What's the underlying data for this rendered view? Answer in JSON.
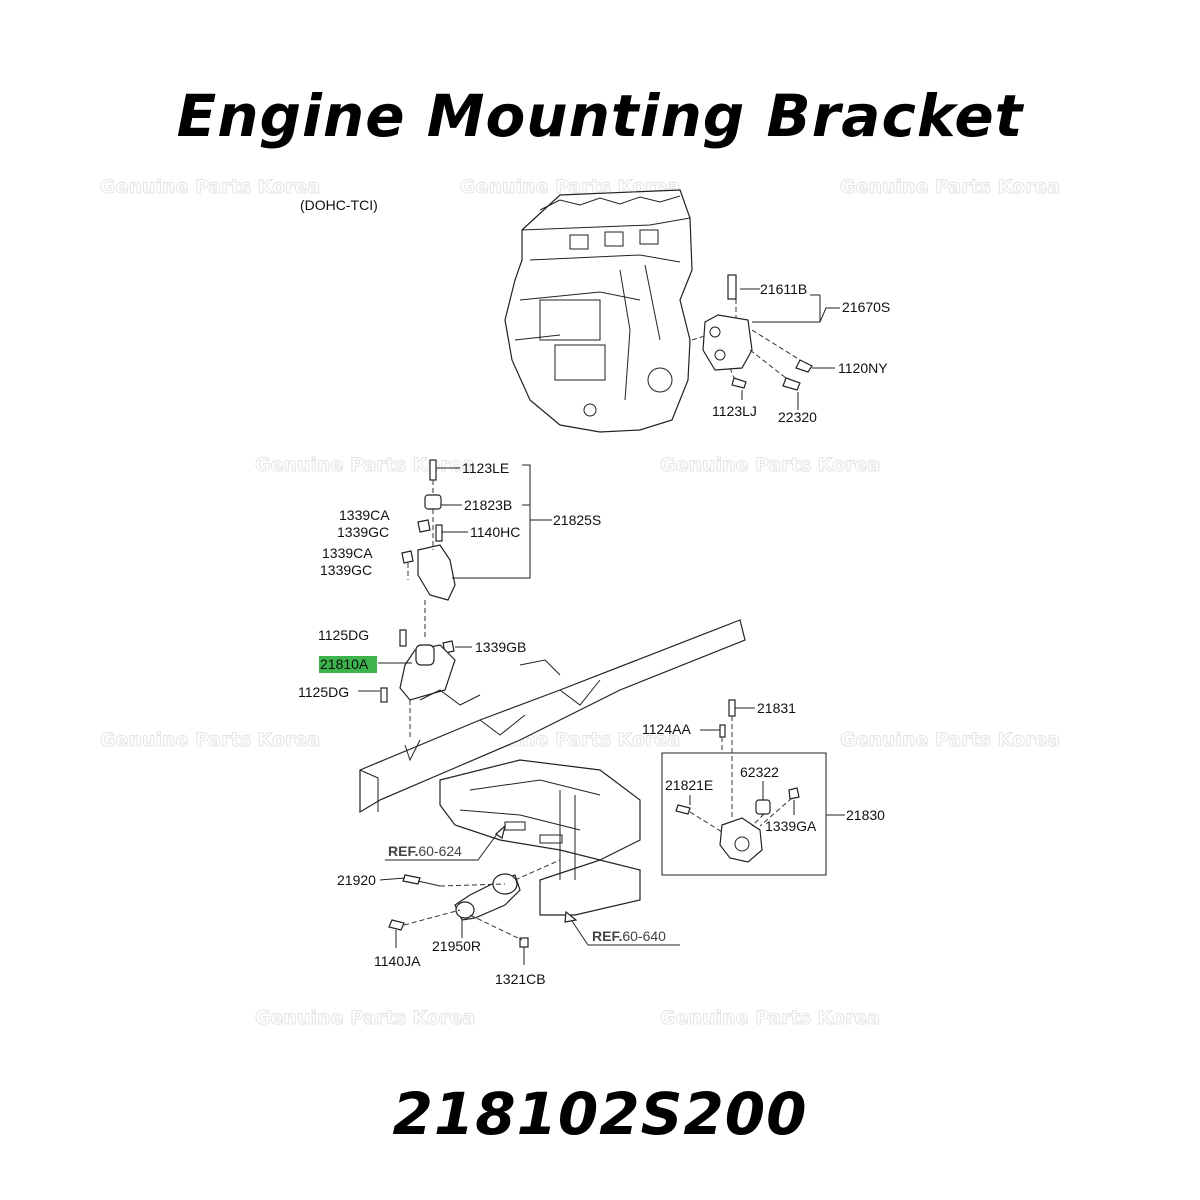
{
  "title": "Engine Mounting Bracket",
  "part_number": "218102S200",
  "variant": "(DOHC-TCI)",
  "watermark": "Genuine Parts Korea",
  "highlight_color": "#3cb44b",
  "callouts": {
    "c21611B": "21611B",
    "c21670S": "21670S",
    "c1120NY": "1120NY",
    "c1123LJ": "1123LJ",
    "c22320": "22320",
    "c1123LE": "1123LE",
    "c21823B": "21823B",
    "c1339CA_a": "1339CA",
    "c1339GC_a": "1339GC",
    "c1140HC": "1140HC",
    "c21825S": "21825S",
    "c1339CA_b": "1339CA",
    "c1339GC_b": "1339GC",
    "c1125DG_a": "1125DG",
    "c1339GB": "1339GB",
    "c21810A": "21810A",
    "c1125DG_b": "1125DG",
    "c21831": "21831",
    "c1124AA": "1124AA",
    "c21821E": "21821E",
    "c62322": "62322",
    "c21830": "21830",
    "c1339GA": "1339GA",
    "c21920": "21920",
    "c1140JA": "1140JA",
    "c21950R": "21950R",
    "c1321CB": "1321CB"
  },
  "refs": {
    "r1_prefix": "REF.",
    "r1_code": "60-624",
    "r2_prefix": "REF.",
    "r2_code": "60-640"
  }
}
